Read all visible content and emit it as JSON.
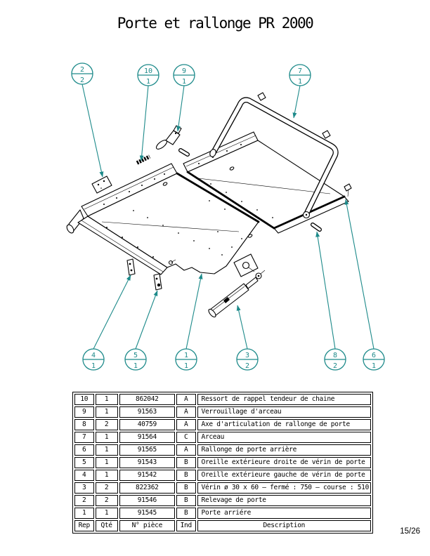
{
  "page": {
    "title": "Porte et rallonge PR 2000",
    "page_number": "15/26"
  },
  "drawing": {
    "accent_color": "#1d8a8a",
    "line_color": "#000000",
    "balloons": [
      {
        "id": "balloon-2",
        "rep": "2",
        "qty": "2"
      },
      {
        "id": "balloon-10",
        "rep": "10",
        "qty": "1"
      },
      {
        "id": "balloon-9",
        "rep": "9",
        "qty": "1"
      },
      {
        "id": "balloon-7",
        "rep": "7",
        "qty": "1"
      },
      {
        "id": "balloon-4",
        "rep": "4",
        "qty": "1"
      },
      {
        "id": "balloon-5",
        "rep": "5",
        "qty": "1"
      },
      {
        "id": "balloon-1",
        "rep": "1",
        "qty": "1"
      },
      {
        "id": "balloon-3",
        "rep": "3",
        "qty": "2"
      },
      {
        "id": "balloon-8",
        "rep": "8",
        "qty": "2"
      },
      {
        "id": "balloon-6",
        "rep": "6",
        "qty": "1"
      }
    ]
  },
  "parts_table": {
    "headers": {
      "rep": "Rep",
      "qty": "Qté",
      "part_no": "N° pièce",
      "ind": "Ind",
      "description": "Description"
    },
    "rows": [
      {
        "rep": "10",
        "qty": "1",
        "part_no": "862042",
        "ind": "A",
        "description": "Ressort de rappel tendeur de chaine"
      },
      {
        "rep": "9",
        "qty": "1",
        "part_no": "91563",
        "ind": "A",
        "description": "Verrouillage d'arceau"
      },
      {
        "rep": "8",
        "qty": "2",
        "part_no": "40759",
        "ind": "A",
        "description": "Axe d'articulation de rallonge de porte"
      },
      {
        "rep": "7",
        "qty": "1",
        "part_no": "91564",
        "ind": "C",
        "description": "Arceau"
      },
      {
        "rep": "6",
        "qty": "1",
        "part_no": "91565",
        "ind": "A",
        "description": "Rallonge de porte arrière"
      },
      {
        "rep": "5",
        "qty": "1",
        "part_no": "91543",
        "ind": "B",
        "description": "Oreille extérieure droite de vérin de porte"
      },
      {
        "rep": "4",
        "qty": "1",
        "part_no": "91542",
        "ind": "B",
        "description": "Oreille extérieure gauche de vérin de porte"
      },
      {
        "rep": "3",
        "qty": "2",
        "part_no": "822362",
        "ind": "B",
        "description": "Vérin ø 30 x 60  –  fermé : 750  –  course : 510"
      },
      {
        "rep": "2",
        "qty": "2",
        "part_no": "91546",
        "ind": "B",
        "description": "Relevage de porte"
      },
      {
        "rep": "1",
        "qty": "1",
        "part_no": "91545",
        "ind": "B",
        "description": "Porte arriére"
      }
    ]
  }
}
